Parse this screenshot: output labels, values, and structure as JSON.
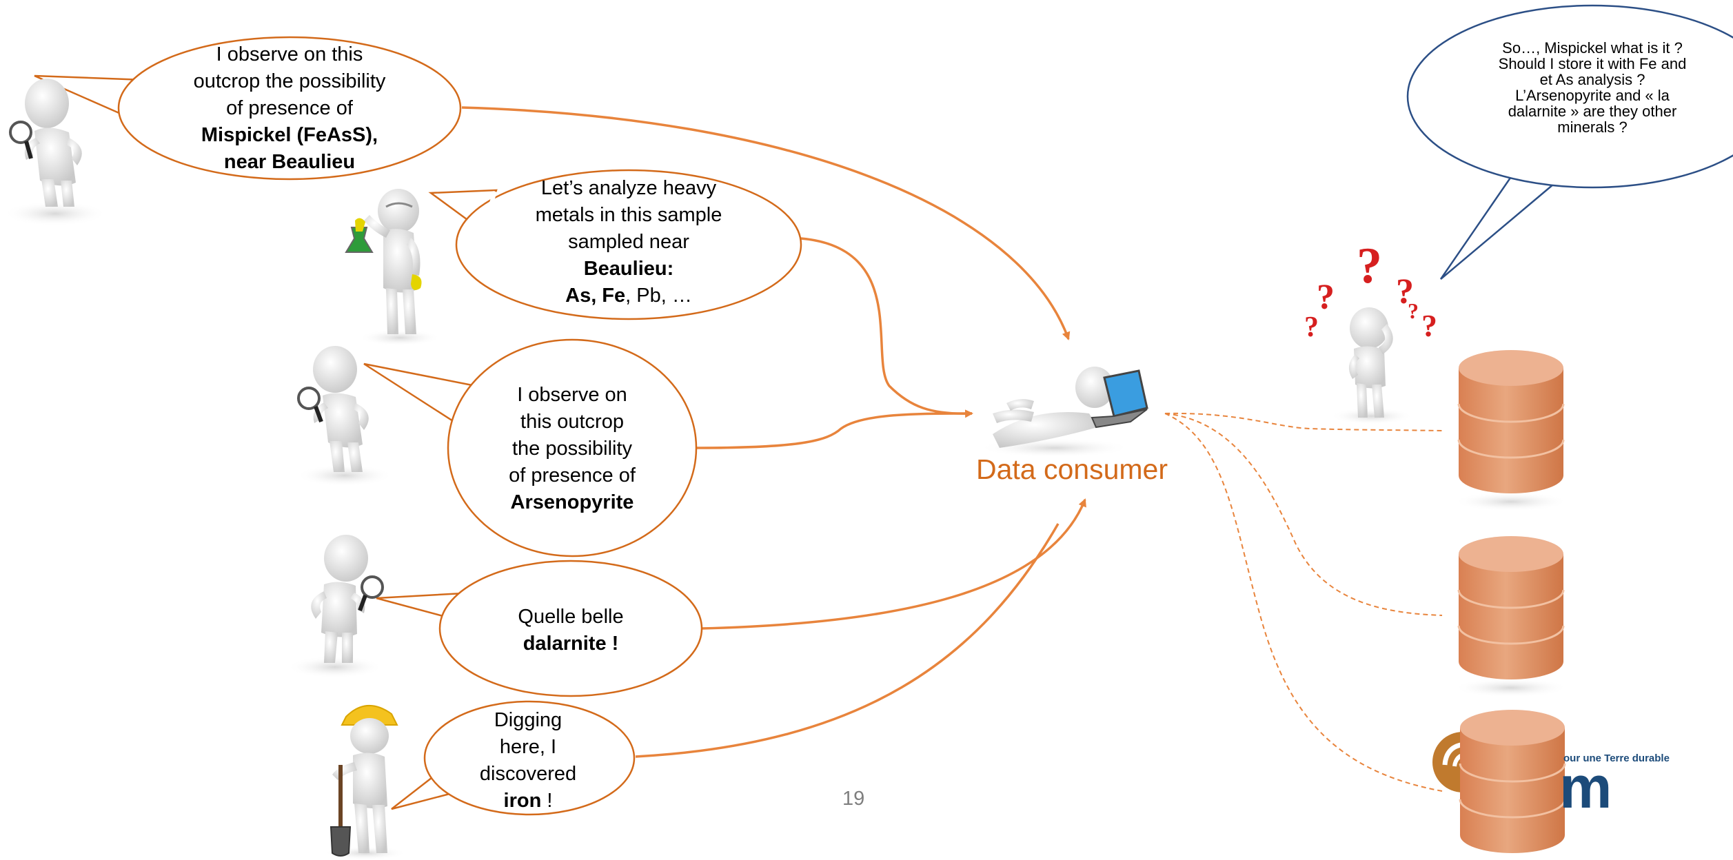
{
  "colors": {
    "bubble_stroke": "#d36a1a",
    "arrow": "#e8843c",
    "question_bubble_stroke": "#2c4f86",
    "database": "#e19a6e",
    "question_marks": "#d61f1f"
  },
  "bubbles": [
    {
      "lines": [
        [
          {
            "t": "I observe on this",
            "b": false
          }
        ],
        [
          {
            "t": "outcrop the possibility",
            "b": false
          }
        ],
        [
          {
            "t": "of presence of",
            "b": false
          }
        ],
        [
          {
            "t": "Mispickel (FeAsS),",
            "b": true
          }
        ],
        [
          {
            "t": "near Beaulieu",
            "b": true
          }
        ]
      ]
    },
    {
      "lines": [
        [
          {
            "t": "Let’s analyze heavy",
            "b": false
          }
        ],
        [
          {
            "t": "metals in this sample",
            "b": false
          }
        ],
        [
          {
            "t": "sampled near",
            "b": false
          }
        ],
        [
          {
            "t": "Beaulieu:",
            "b": true
          }
        ],
        [
          {
            "t": "As, Fe",
            "b": true
          },
          {
            "t": ", Pb, …",
            "b": false
          }
        ]
      ]
    },
    {
      "lines": [
        [
          {
            "t": "I observe on",
            "b": false
          }
        ],
        [
          {
            "t": "this outcrop",
            "b": false
          }
        ],
        [
          {
            "t": "the possibility",
            "b": false
          }
        ],
        [
          {
            "t": "of presence of",
            "b": false
          }
        ],
        [
          {
            "t": "Arsenopyrite",
            "b": true
          }
        ]
      ]
    },
    {
      "lines": [
        [
          {
            "t": "Quelle belle",
            "b": false
          }
        ],
        [
          {
            "t": "dalarnite !",
            "b": true
          }
        ]
      ]
    },
    {
      "lines": [
        [
          {
            "t": "Digging",
            "b": false
          }
        ],
        [
          {
            "t": "here, I",
            "b": false
          }
        ],
        [
          {
            "t": "discovered",
            "b": false
          }
        ],
        [
          {
            "t": "iron",
            "b": true
          },
          {
            "t": " !",
            "b": false
          }
        ]
      ]
    }
  ],
  "question_bubble": {
    "lines": [
      "So…, Mispickel what is it ?",
      "Should I store it with Fe and",
      "et As analysis ?",
      "L’Arsenopyrite and « la",
      "dalarnite » are they other",
      "minerals ?"
    ]
  },
  "consumer_label": "Data consumer",
  "question_marks": [
    "?",
    "?",
    "?",
    "?",
    "?",
    "?"
  ],
  "page_number": "19",
  "logo": {
    "tagline": "our une Terre durable",
    "letter": "m"
  }
}
